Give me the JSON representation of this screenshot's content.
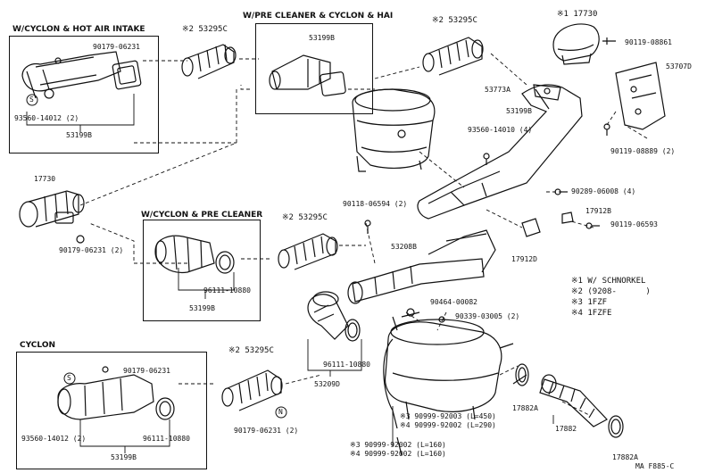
{
  "boxes": {
    "hot_air": "W/CYCLON & HOT AIR INTAKE",
    "pre_hai": "W/PRE CLEANER & CYCLON & HAI",
    "pre": "W/CYCLON & PRE CLEANER",
    "cyclon": "CYCLON"
  },
  "parts": {
    "p90179_06231_a": "90179-06231",
    "p93560_a": "93560-14012 (2)",
    "p53199b_a": "53199B",
    "p53295c_a": "※2 53295C",
    "p53199b_b": "53199B",
    "p53295c_b": "※2 53295C",
    "p17730_top": "※1 17730",
    "p90119_08861": "90119-08861",
    "p53707d": "53707D",
    "p53773a": "53773A",
    "p53199b_c": "53199B",
    "p93560_b": "93560-14010 (4)",
    "p90119_08889": "90119-08889 (2)",
    "p90289": "90289-06008 (4)",
    "p17912b": "17912B",
    "p90119_06593": "90119-06593",
    "p17912d": "17912D",
    "p17730_left": "17730",
    "p90179_06231_b": "90179-06231 (2)",
    "p90118_06594": "90118-06594 (2)",
    "p53295c_c": "※2 53295C",
    "p96111_a": "96111-10880",
    "p53199b_d": "53199B",
    "p53208b": "53208B",
    "p90464": "90464-00082",
    "p90339": "90339-03005 (2)",
    "p96111_b": "96111-10880",
    "p53209d": "53209D",
    "p90179_06231_c": "90179-06231",
    "p53295c_d": "※2 53295C",
    "p93560_c": "93560-14012 (2)",
    "p96111_c": "96111-10880",
    "p53199b_e": "53199B",
    "p90179_06231_d": "90179-06231 (2)",
    "p90999_a": "※3 90999-92003 (L=450)",
    "p90999_b": "※4 90999-92002 (L=290)",
    "p90999_c": "※3 90999-92002 (L=160)",
    "p90999_d": "※4 90999-92002 (L=160)",
    "p17882a_a": "17882A",
    "p17882": "17882",
    "p17882a_b": "17882A"
  },
  "legend": {
    "l1": "※1 W/ SCHNORKEL",
    "l2": "※2 (9208-      )",
    "l3": "※3 1FZF",
    "l4": "※4 1FZFE"
  },
  "code": "MA F885-C",
  "symbols": {
    "s": "S",
    "n": "N"
  }
}
